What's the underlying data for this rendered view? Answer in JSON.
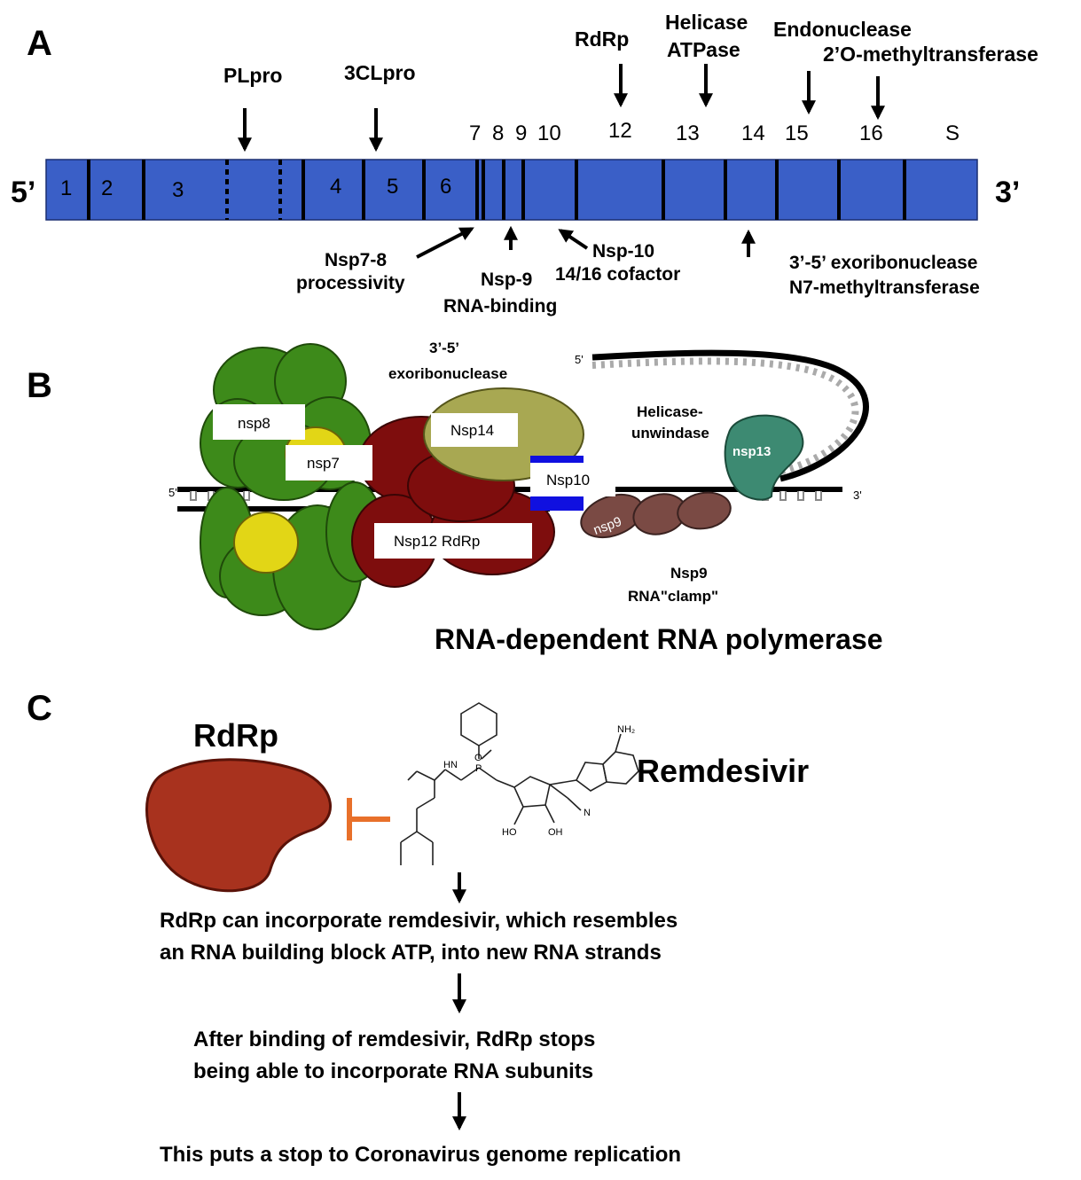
{
  "panelA": {
    "letter": "A",
    "prime5": "5’",
    "prime3": "3’",
    "segments_in_bar": [
      "1",
      "2",
      "3",
      "4",
      "5",
      "6"
    ],
    "segment_numbers_above": [
      "7",
      "8",
      "9",
      "10",
      "12",
      "13",
      "14",
      "15",
      "16",
      "S"
    ],
    "top_labels": {
      "plpro": "PLpro",
      "clpro": "3CLpro",
      "rdrp": "RdRp",
      "helicase_line1": "Helicase",
      "helicase_line2": "ATPase",
      "endonuclease": "Endonuclease",
      "methyltransferase": "2’O-methyltransferase"
    },
    "bottom_labels": {
      "nsp78_line1": "Nsp7-8",
      "nsp78_line2": "processivity",
      "nsp9_line1": "Nsp-9",
      "nsp9_line2": "RNA-binding",
      "nsp10_line1": "Nsp-10",
      "nsp10_line2": "14/16 cofactor",
      "nsp14_line1": "3’-5’ exoribonuclease",
      "nsp14_line2": "N7-methyltransferase"
    },
    "colors": {
      "genome_bar": "#3a5fc7"
    }
  },
  "panelB": {
    "letter": "B",
    "labels": {
      "exo_line1": "3’-5’",
      "exo_line2": "exoribonuclease",
      "helicase_line1": "Helicase-",
      "helicase_line2": "unwindase",
      "nsp8": "nsp8",
      "nsp7": "nsp7",
      "nsp14": "Nsp14",
      "nsp10": "Nsp10",
      "nsp12": "Nsp12 RdRp",
      "nsp13": "nsp13",
      "nsp9_small": "nsp9",
      "nsp9_line1": "Nsp9",
      "nsp9_line2": "RNA\"clamp\"",
      "rna5": "5'",
      "rna3": "3'",
      "template5": "5'"
    },
    "title": "RNA-dependent RNA polymerase",
    "colors": {
      "nsp7_8": "#3d8a1a",
      "nsp7_yellow": "#e2d616",
      "nsp12": "#7e0d0d",
      "nsp14": "#a8a852",
      "nsp10": "#1010e0",
      "nsp9": "#7a4a44",
      "nsp13": "#3d8a72"
    }
  },
  "panelC": {
    "letter": "C",
    "rdrp_label": "RdRp",
    "drug_label": "Remdesivir",
    "chem_labels": {
      "nh2": "NH₂",
      "hn": "HN",
      "p": "P",
      "o": "O",
      "n": "N",
      "ho": "HO",
      "oh": "OH"
    },
    "flow": {
      "step1_line1": "RdRp can incorporate remdesivir, which resembles",
      "step1_line2": "an RNA building block ATP, into new RNA strands",
      "step2_line1": "After binding of remdesivir, RdRp stops",
      "step2_line2": "being able to incorporate RNA subunits",
      "step3": "This puts a stop to Coronavirus genome replication"
    },
    "colors": {
      "rdrp": "#a8321e",
      "inhibit": "#e8702a"
    }
  }
}
